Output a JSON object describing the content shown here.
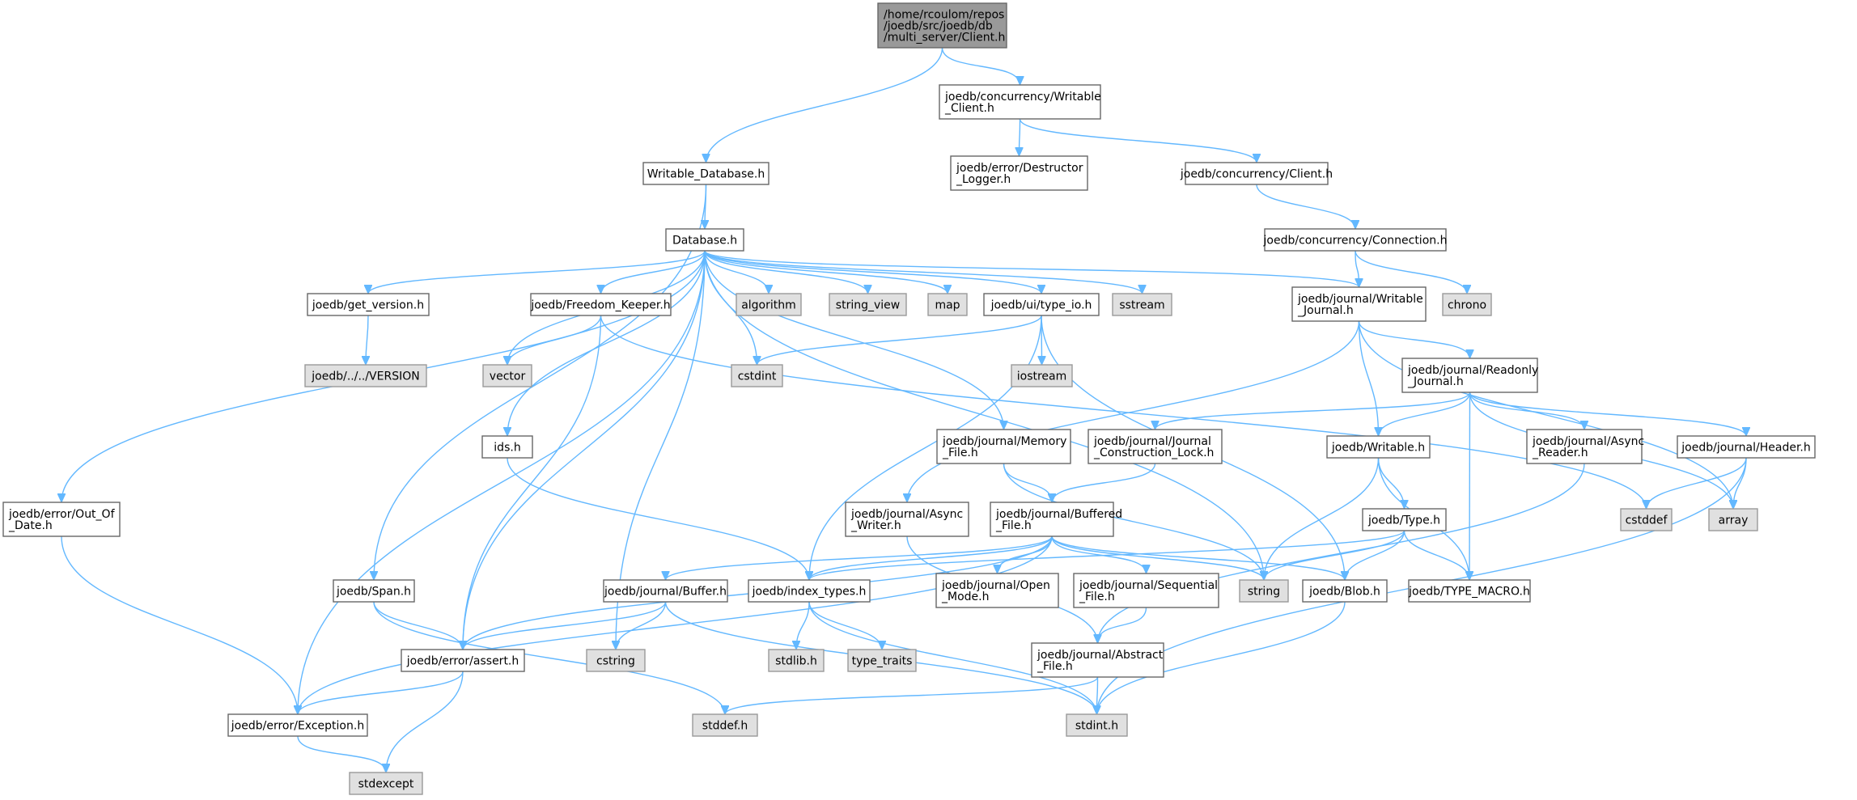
{
  "graph": {
    "nodes": [
      {
        "id": "client",
        "kind": "root",
        "label": "/home/rcoulom/repos\n/joedb/src/joedb/db\n/multi_server/Client.h"
      },
      {
        "id": "writable_client",
        "kind": "normal",
        "label": "joedb/concurrency/Writable\n_Client.h"
      },
      {
        "id": "writable_database",
        "kind": "normal",
        "label": "Writable_Database.h"
      },
      {
        "id": "destructor_logger",
        "kind": "normal",
        "label": "joedb/error/Destructor\n_Logger.h"
      },
      {
        "id": "concurrency_client",
        "kind": "normal",
        "label": "joedb/concurrency/Client.h"
      },
      {
        "id": "database",
        "kind": "normal",
        "label": "Database.h"
      },
      {
        "id": "connection",
        "kind": "normal",
        "label": "joedb/concurrency/Connection.h"
      },
      {
        "id": "get_version",
        "kind": "normal",
        "label": "joedb/get_version.h"
      },
      {
        "id": "freedom_keeper",
        "kind": "normal",
        "label": "joedb/Freedom_Keeper.h"
      },
      {
        "id": "algorithm",
        "kind": "system",
        "label": "algorithm"
      },
      {
        "id": "string_view",
        "kind": "system",
        "label": "string_view"
      },
      {
        "id": "map",
        "kind": "system",
        "label": "map"
      },
      {
        "id": "type_io",
        "kind": "normal",
        "label": "joedb/ui/type_io.h"
      },
      {
        "id": "sstream",
        "kind": "system",
        "label": "sstream"
      },
      {
        "id": "writable_journal",
        "kind": "normal",
        "label": "joedb/journal/Writable\n_Journal.h"
      },
      {
        "id": "chrono",
        "kind": "system",
        "label": "chrono"
      },
      {
        "id": "version_file",
        "kind": "system",
        "label": "joedb/../../VERSION"
      },
      {
        "id": "vector",
        "kind": "system",
        "label": "vector"
      },
      {
        "id": "cstdint",
        "kind": "system",
        "label": "cstdint"
      },
      {
        "id": "iostream",
        "kind": "system",
        "label": "iostream"
      },
      {
        "id": "readonly_journal",
        "kind": "normal",
        "label": "joedb/journal/Readonly\n_Journal.h"
      },
      {
        "id": "ids",
        "kind": "normal",
        "label": "ids.h"
      },
      {
        "id": "memory_file",
        "kind": "normal",
        "label": "joedb/journal/Memory\n_File.h"
      },
      {
        "id": "construction_lock",
        "kind": "normal",
        "label": "joedb/journal/Journal\n_Construction_Lock.h"
      },
      {
        "id": "writable",
        "kind": "normal",
        "label": "joedb/Writable.h"
      },
      {
        "id": "async_reader",
        "kind": "normal",
        "label": "joedb/journal/Async\n_Reader.h"
      },
      {
        "id": "header",
        "kind": "normal",
        "label": "joedb/journal/Header.h"
      },
      {
        "id": "out_of_date",
        "kind": "normal",
        "label": "joedb/error/Out_Of\n_Date.h"
      },
      {
        "id": "async_writer",
        "kind": "normal",
        "label": "joedb/journal/Async\n_Writer.h"
      },
      {
        "id": "buffered_file",
        "kind": "normal",
        "label": "joedb/journal/Buffered\n_File.h"
      },
      {
        "id": "type",
        "kind": "normal",
        "label": "joedb/Type.h"
      },
      {
        "id": "cstddef",
        "kind": "system",
        "label": "cstddef"
      },
      {
        "id": "array",
        "kind": "system",
        "label": "array"
      },
      {
        "id": "span",
        "kind": "normal",
        "label": "joedb/Span.h"
      },
      {
        "id": "buffer",
        "kind": "normal",
        "label": "joedb/journal/Buffer.h"
      },
      {
        "id": "index_types",
        "kind": "normal",
        "label": "joedb/index_types.h"
      },
      {
        "id": "open_mode",
        "kind": "normal",
        "label": "joedb/journal/Open\n_Mode.h"
      },
      {
        "id": "sequential_file",
        "kind": "normal",
        "label": "joedb/journal/Sequential\n_File.h"
      },
      {
        "id": "string",
        "kind": "system",
        "label": "string"
      },
      {
        "id": "blob",
        "kind": "normal",
        "label": "joedb/Blob.h"
      },
      {
        "id": "type_macro",
        "kind": "normal",
        "label": "joedb/TYPE_MACRO.h"
      },
      {
        "id": "assert",
        "kind": "normal",
        "label": "joedb/error/assert.h"
      },
      {
        "id": "cstring",
        "kind": "system",
        "label": "cstring"
      },
      {
        "id": "stdlib",
        "kind": "system",
        "label": "stdlib.h"
      },
      {
        "id": "type_traits",
        "kind": "system",
        "label": "type_traits"
      },
      {
        "id": "abstract_file",
        "kind": "normal",
        "label": "joedb/journal/Abstract\n_File.h"
      },
      {
        "id": "exception",
        "kind": "normal",
        "label": "joedb/error/Exception.h"
      },
      {
        "id": "stddef",
        "kind": "system",
        "label": "stddef.h"
      },
      {
        "id": "stdint",
        "kind": "system",
        "label": "stdint.h"
      },
      {
        "id": "stdexcept",
        "kind": "system",
        "label": "stdexcept"
      }
    ],
    "edges": [
      [
        "client",
        "writable_client"
      ],
      [
        "client",
        "writable_database"
      ],
      [
        "writable_client",
        "destructor_logger"
      ],
      [
        "writable_client",
        "concurrency_client"
      ],
      [
        "concurrency_client",
        "connection"
      ],
      [
        "connection",
        "writable_journal"
      ],
      [
        "connection",
        "chrono"
      ],
      [
        "writable_database",
        "database"
      ],
      [
        "writable_database",
        "span"
      ],
      [
        "database",
        "get_version"
      ],
      [
        "database",
        "freedom_keeper"
      ],
      [
        "database",
        "algorithm"
      ],
      [
        "database",
        "string_view"
      ],
      [
        "database",
        "map"
      ],
      [
        "database",
        "type_io"
      ],
      [
        "database",
        "sstream"
      ],
      [
        "database",
        "writable_journal"
      ],
      [
        "database",
        "vector"
      ],
      [
        "database",
        "cstdint"
      ],
      [
        "database",
        "ids"
      ],
      [
        "database",
        "out_of_date"
      ],
      [
        "database",
        "assert"
      ],
      [
        "database",
        "exception"
      ],
      [
        "database",
        "cstring"
      ],
      [
        "database",
        "string"
      ],
      [
        "database",
        "memory_file"
      ],
      [
        "get_version",
        "version_file"
      ],
      [
        "freedom_keeper",
        "vector"
      ],
      [
        "freedom_keeper",
        "assert"
      ],
      [
        "freedom_keeper",
        "cstddef"
      ],
      [
        "type_io",
        "cstdint"
      ],
      [
        "type_io",
        "iostream"
      ],
      [
        "type_io",
        "index_types"
      ],
      [
        "type_io",
        "blob"
      ],
      [
        "writable_journal",
        "readonly_journal"
      ],
      [
        "writable_journal",
        "writable"
      ],
      [
        "writable_journal",
        "async_writer"
      ],
      [
        "writable_journal",
        "array"
      ],
      [
        "readonly_journal",
        "construction_lock"
      ],
      [
        "readonly_journal",
        "writable"
      ],
      [
        "readonly_journal",
        "async_reader"
      ],
      [
        "readonly_journal",
        "header"
      ],
      [
        "readonly_journal",
        "type_macro"
      ],
      [
        "readonly_journal",
        "array"
      ],
      [
        "ids",
        "index_types"
      ],
      [
        "memory_file",
        "buffered_file"
      ],
      [
        "memory_file",
        "string"
      ],
      [
        "construction_lock",
        "buffered_file"
      ],
      [
        "writable",
        "type"
      ],
      [
        "writable",
        "string"
      ],
      [
        "writable",
        "type_macro"
      ],
      [
        "async_reader",
        "abstract_file"
      ],
      [
        "header",
        "cstddef"
      ],
      [
        "header",
        "array"
      ],
      [
        "header",
        "stdint"
      ],
      [
        "async_writer",
        "abstract_file"
      ],
      [
        "buffered_file",
        "buffer"
      ],
      [
        "buffered_file",
        "index_types"
      ],
      [
        "buffered_file",
        "open_mode"
      ],
      [
        "buffered_file",
        "sequential_file"
      ],
      [
        "buffered_file",
        "string"
      ],
      [
        "buffered_file",
        "blob"
      ],
      [
        "buffered_file",
        "assert"
      ],
      [
        "buffered_file",
        "exception"
      ],
      [
        "type",
        "index_types"
      ],
      [
        "type",
        "string"
      ],
      [
        "type",
        "blob"
      ],
      [
        "type",
        "type_macro"
      ],
      [
        "sequential_file",
        "abstract_file"
      ],
      [
        "span",
        "assert"
      ],
      [
        "span",
        "stddef"
      ],
      [
        "buffer",
        "assert"
      ],
      [
        "buffer",
        "cstring"
      ],
      [
        "buffer",
        "stdint"
      ],
      [
        "index_types",
        "stdlib"
      ],
      [
        "index_types",
        "type_traits"
      ],
      [
        "index_types",
        "stdint"
      ],
      [
        "blob",
        "stdint"
      ],
      [
        "abstract_file",
        "stdint"
      ],
      [
        "abstract_file",
        "stddef"
      ],
      [
        "assert",
        "exception"
      ],
      [
        "assert",
        "stdexcept"
      ],
      [
        "exception",
        "stdexcept"
      ],
      [
        "out_of_date",
        "exception"
      ]
    ]
  }
}
